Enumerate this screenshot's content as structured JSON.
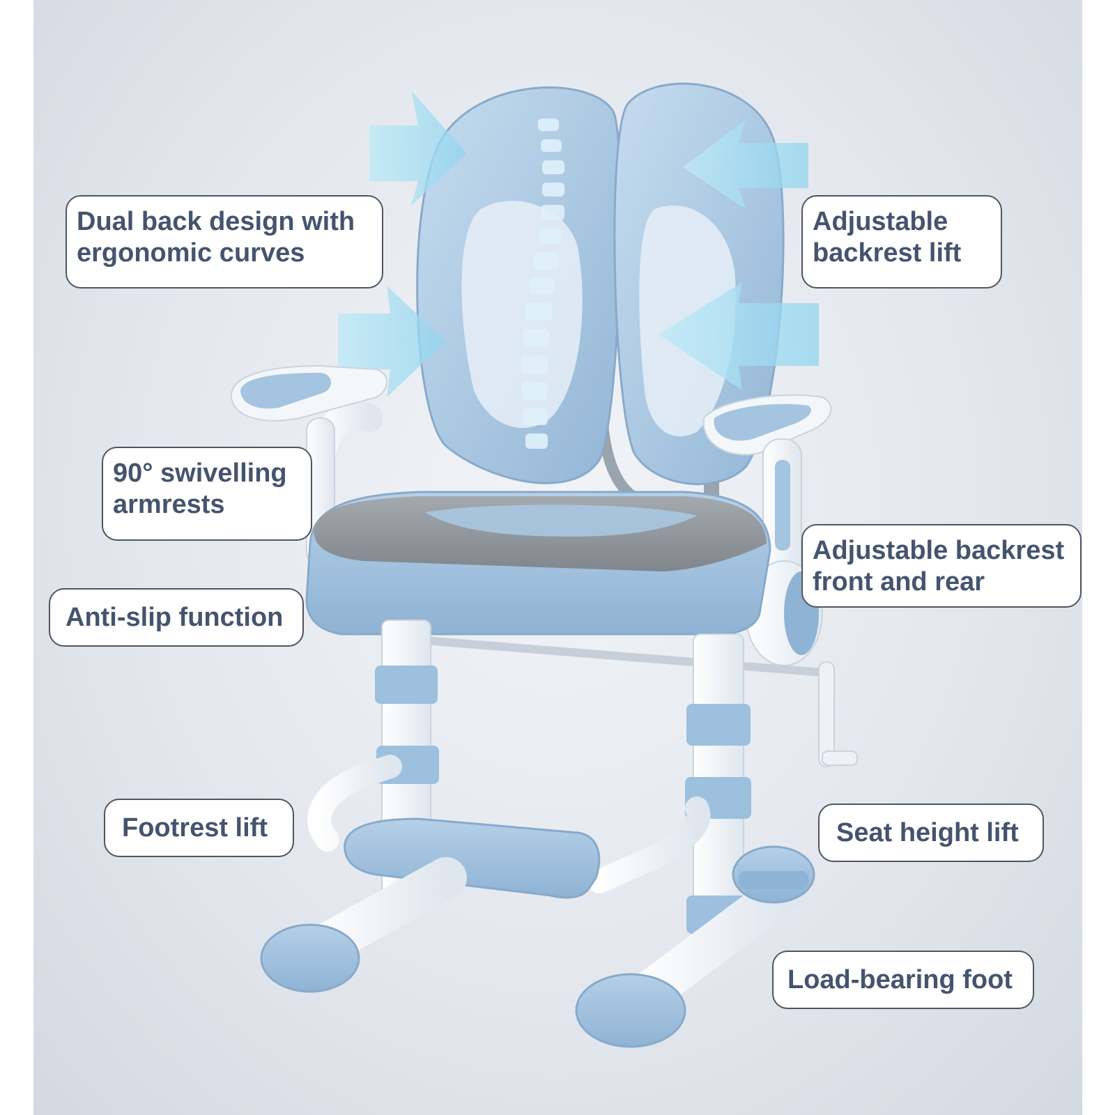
{
  "colors": {
    "background": "#e4e8ee",
    "callout_text": "#45546e",
    "callout_border": "#4f5560",
    "chair_blue": "#a9c8e2",
    "seat_grey": "#8e9398"
  },
  "callouts": {
    "dual_back": {
      "line1": "Dual back design with",
      "line2": "ergonomic curves"
    },
    "backrest_lift": {
      "line1": "Adjustable",
      "line2": "backrest lift"
    },
    "armrests": {
      "line1": "90° swivelling",
      "line2": "armrests"
    },
    "backrest_front_rear": {
      "line1": "Adjustable backrest",
      "line2": "front and rear"
    },
    "anti_slip": {
      "line1": "Anti-slip function"
    },
    "footrest": {
      "line1": "Footrest lift"
    },
    "seat_height": {
      "line1": "Seat height lift"
    },
    "load_foot": {
      "line1": "Load-bearing foot"
    }
  },
  "icons": [
    "airflow-arrow-icon",
    "spine-icon"
  ]
}
